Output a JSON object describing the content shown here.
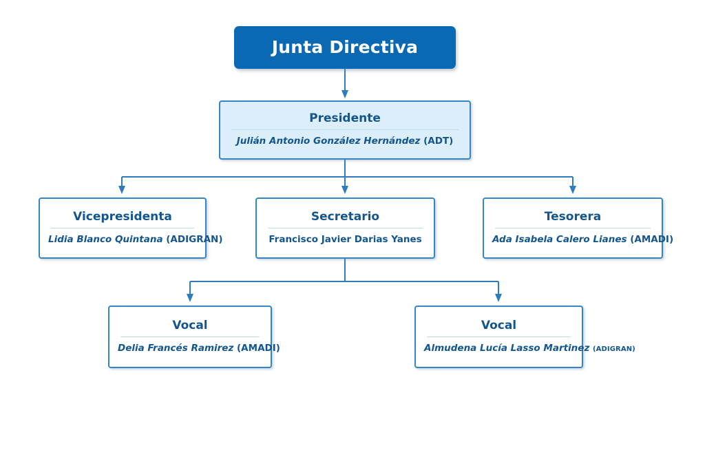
{
  "chart_data": {
    "type": "diagram",
    "title": "Junta Directiva",
    "layout": "organizational-hierarchy",
    "colors": {
      "root_fill": "#0b69b4",
      "root_text": "#ffffff",
      "node_fill": "#ffffff",
      "highlight_fill": "#dceefa",
      "border": "#3585c4",
      "text": "#12558f",
      "divider": "#bcd9ef",
      "background": "#ffffff"
    },
    "levels": [
      {
        "level": 0,
        "nodes": [
          "Junta Directiva"
        ]
      },
      {
        "level": 1,
        "nodes": [
          "Presidente"
        ]
      },
      {
        "level": 2,
        "nodes": [
          "Vicepresidenta",
          "Secretario",
          "Tesorera"
        ]
      },
      {
        "level": 3,
        "nodes": [
          "Vocal",
          "Vocal"
        ]
      }
    ],
    "edges": [
      {
        "from": "Junta Directiva",
        "to": "Presidente"
      },
      {
        "from": "Presidente",
        "to": "Vicepresidenta"
      },
      {
        "from": "Presidente",
        "to": "Secretario"
      },
      {
        "from": "Presidente",
        "to": "Tesorera"
      },
      {
        "from": "Secretario",
        "to": "Vocal (Delia Francés Ramirez)"
      },
      {
        "from": "Secretario",
        "to": "Vocal (Almudena Lucía Lasso Martinez)"
      }
    ]
  },
  "root": {
    "title": "Junta Directiva"
  },
  "president": {
    "title": "Presidente",
    "name": "Julián Antonio González Hernández",
    "org": "(ADT)"
  },
  "row2": [
    {
      "title": "Vicepresidenta",
      "name": "Lidia Blanco Quintana",
      "org": "(ADIGRAN)"
    },
    {
      "title": "Secretario",
      "name": "Francisco Javier Darias Yanes",
      "org": ""
    },
    {
      "title": "Tesorera",
      "name": "Ada Isabela Calero Lianes",
      "org": "(AMADI)"
    }
  ],
  "row3": [
    {
      "title": "Vocal",
      "name": "Delia Francés Ramirez",
      "org": "(AMADI)"
    },
    {
      "title": "Vocal",
      "name": "Almudena Lucía Lasso Martinez",
      "org": "(ADIGRAN)"
    }
  ]
}
